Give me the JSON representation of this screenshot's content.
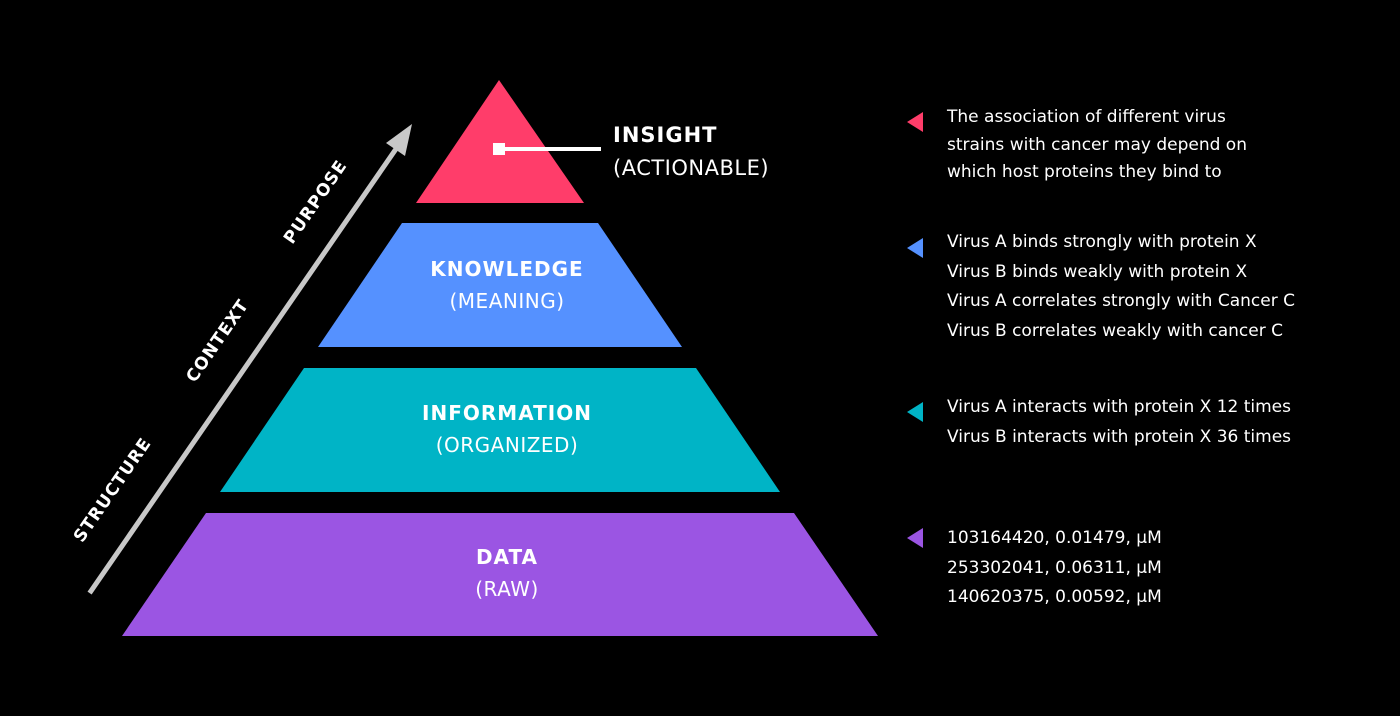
{
  "colors": {
    "background": "#000000",
    "insight": "#ff3d6a",
    "knowledge": "#5591ff",
    "information": "#00b4c6",
    "data": "#9b55e3",
    "arrow": "#c8c8c8",
    "text": "#ffffff"
  },
  "arrow_labels": [
    "STRUCTURE",
    "CONTEXT",
    "PURPOSE"
  ],
  "tiers": {
    "insight": {
      "title": "INSIGHT",
      "subtitle": "(ACTIONABLE)",
      "notes": [
        "The association of different virus",
        "strains with cancer may depend on",
        "which host proteins they bind to"
      ]
    },
    "knowledge": {
      "title": "KNOWLEDGE",
      "subtitle": "(MEANING)",
      "notes": [
        "Virus A binds strongly with protein X",
        "Virus B binds weakly with protein X",
        "Virus A correlates strongly with Cancer C",
        "Virus B correlates weakly with cancer C"
      ]
    },
    "information": {
      "title": "INFORMATION",
      "subtitle": "(ORGANIZED)",
      "notes": [
        "Virus A interacts with protein X 12 times",
        "Virus B interacts with protein X 36 times"
      ]
    },
    "data": {
      "title": "DATA",
      "subtitle": "(RAW)",
      "notes": [
        "103164420, 0.01479, µM",
        "253302041, 0.06311, µM",
        "140620375, 0.00592, µM"
      ]
    }
  }
}
